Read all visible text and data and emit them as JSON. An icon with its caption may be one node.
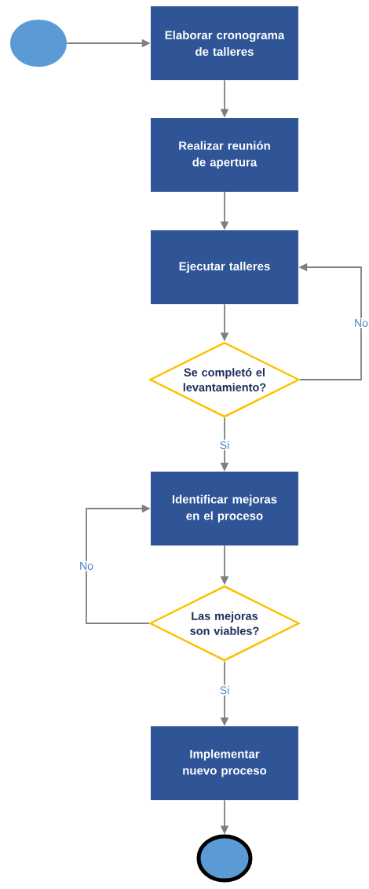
{
  "diagram": {
    "nodes": [
      {
        "text": [],
        "shape": "circle"
      },
      {
        "text": [
          "Elaborar cronograma de talleres"
        ]
      },
      {
        "text": [
          "Realizar reunión de apertura"
        ]
      },
      {
        "text": [
          "Ejecutar talleres"
        ]
      },
      {
        "text": [
          "Se completó el levantamiento?"
        ]
      },
      {
        "text": [
          "Identificar mejoras en el proceso"
        ]
      },
      {
        "text": [
          "Las mejoras son viables?"
        ]
      },
      {
        "text": [
          "Implementar nuevo proceso"
        ]
      },
      {
        "text": [],
        "shape": "circle"
      }
    ],
    "edges": [
      {
        "from": 0,
        "to": 1,
        "arrow": "to"
      },
      {
        "from": 1,
        "to": 2,
        "arrow": "to"
      },
      {
        "from": 2,
        "to": 3,
        "arrow": "to"
      },
      {
        "from": 3,
        "to": 4,
        "arrow": "to"
      },
      {
        "from": 4,
        "to": 3,
        "arrow": "to",
        "label": "No"
      },
      {
        "from": 4,
        "to": 5,
        "arrow": "to",
        "label": "Si"
      },
      {
        "from": 5,
        "to": 6,
        "arrow": "to"
      },
      {
        "from": 6,
        "to": 5,
        "arrow": "to",
        "label": "No"
      },
      {
        "from": 6,
        "to": 7,
        "arrow": "to",
        "label": "Si"
      },
      {
        "from": 7,
        "to": 8,
        "arrow": "to"
      }
    ]
  }
}
